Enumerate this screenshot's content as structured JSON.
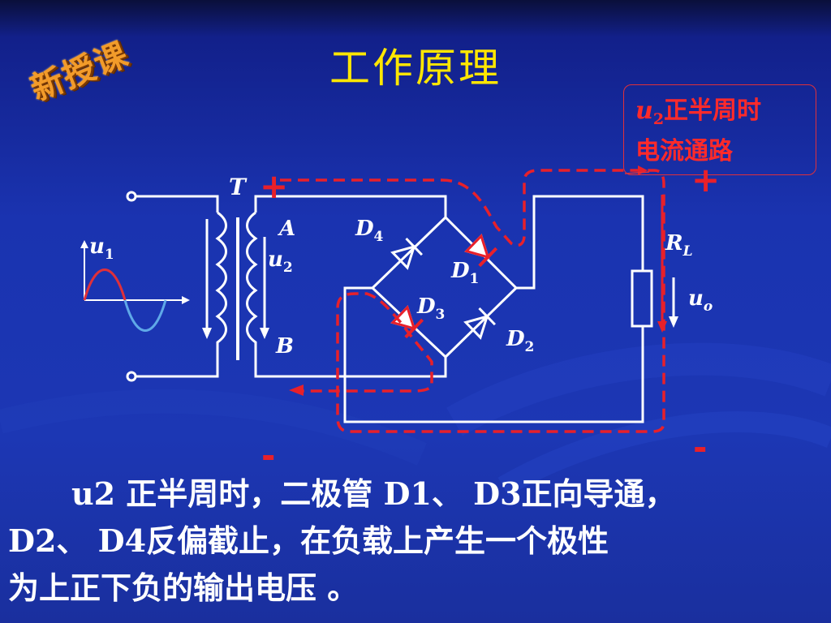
{
  "badge": "新授课",
  "title": "工作原理",
  "callout": {
    "var": "u",
    "sub": "2",
    "text1": "正半周时",
    "text2": "电流通路"
  },
  "labels": {
    "T": "T",
    "A": "A",
    "B": "B",
    "u1": "u",
    "u1_sub": "1",
    "u2": "u",
    "u2_sub": "2",
    "D1": "D",
    "D1_sub": "1",
    "D2": "D",
    "D2_sub": "2",
    "D3": "D",
    "D3_sub": "3",
    "D4": "D",
    "D4_sub": "4",
    "RL": "R",
    "RL_sub": "L",
    "uo": "u",
    "uo_sub": "o",
    "plus": "+",
    "minus": "-"
  },
  "caption": {
    "line1": "u2 正半周时，二极管 D1、 D3正向导通，",
    "line2": "D2、 D4反偏截止，在负载上产生一个极性",
    "line3": "为上正下负的输出电压 。"
  },
  "colors": {
    "title": "#ffe600",
    "path": "#e8202a",
    "wire": "#ffffff",
    "input_pos": "#e0303a",
    "input_neg": "#5fa8e8"
  }
}
